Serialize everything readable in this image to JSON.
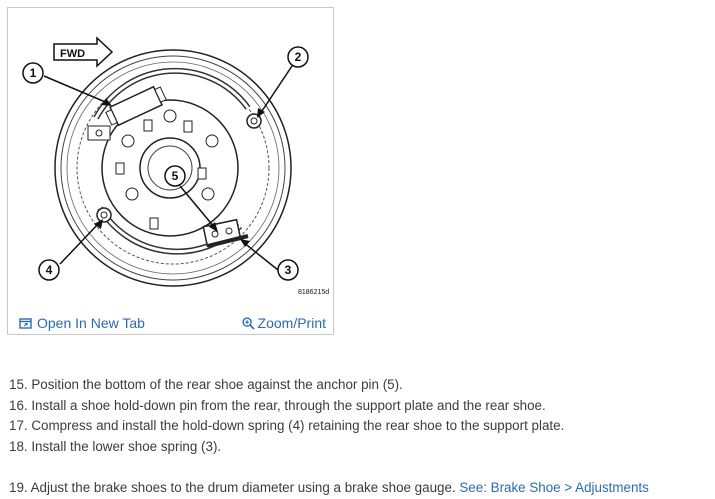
{
  "figure": {
    "fwd_label": "FWD",
    "callouts": [
      "1",
      "2",
      "3",
      "4",
      "5"
    ],
    "figure_id": "8186215d",
    "open_tab_label": "Open In New Tab",
    "zoom_label": "Zoom/Print",
    "open_tab_icon": "open-tab-icon",
    "zoom_icon": "magnifier-icon",
    "link_color": "#2a6cb0"
  },
  "steps": [
    "15. Position the bottom of the rear shoe against the anchor pin (5).",
    "16. Install a shoe hold-down pin from the rear, through the support plate and the rear shoe.",
    "17. Compress and install the hold-down spring (4) retaining the rear shoe to the support plate.",
    "18. Install the lower shoe spring (3)."
  ],
  "step19": {
    "text": "19. Adjust the brake shoes to the drum diameter using a brake shoe gauge.",
    "link": "See: Brake Shoe > Adjustments"
  }
}
